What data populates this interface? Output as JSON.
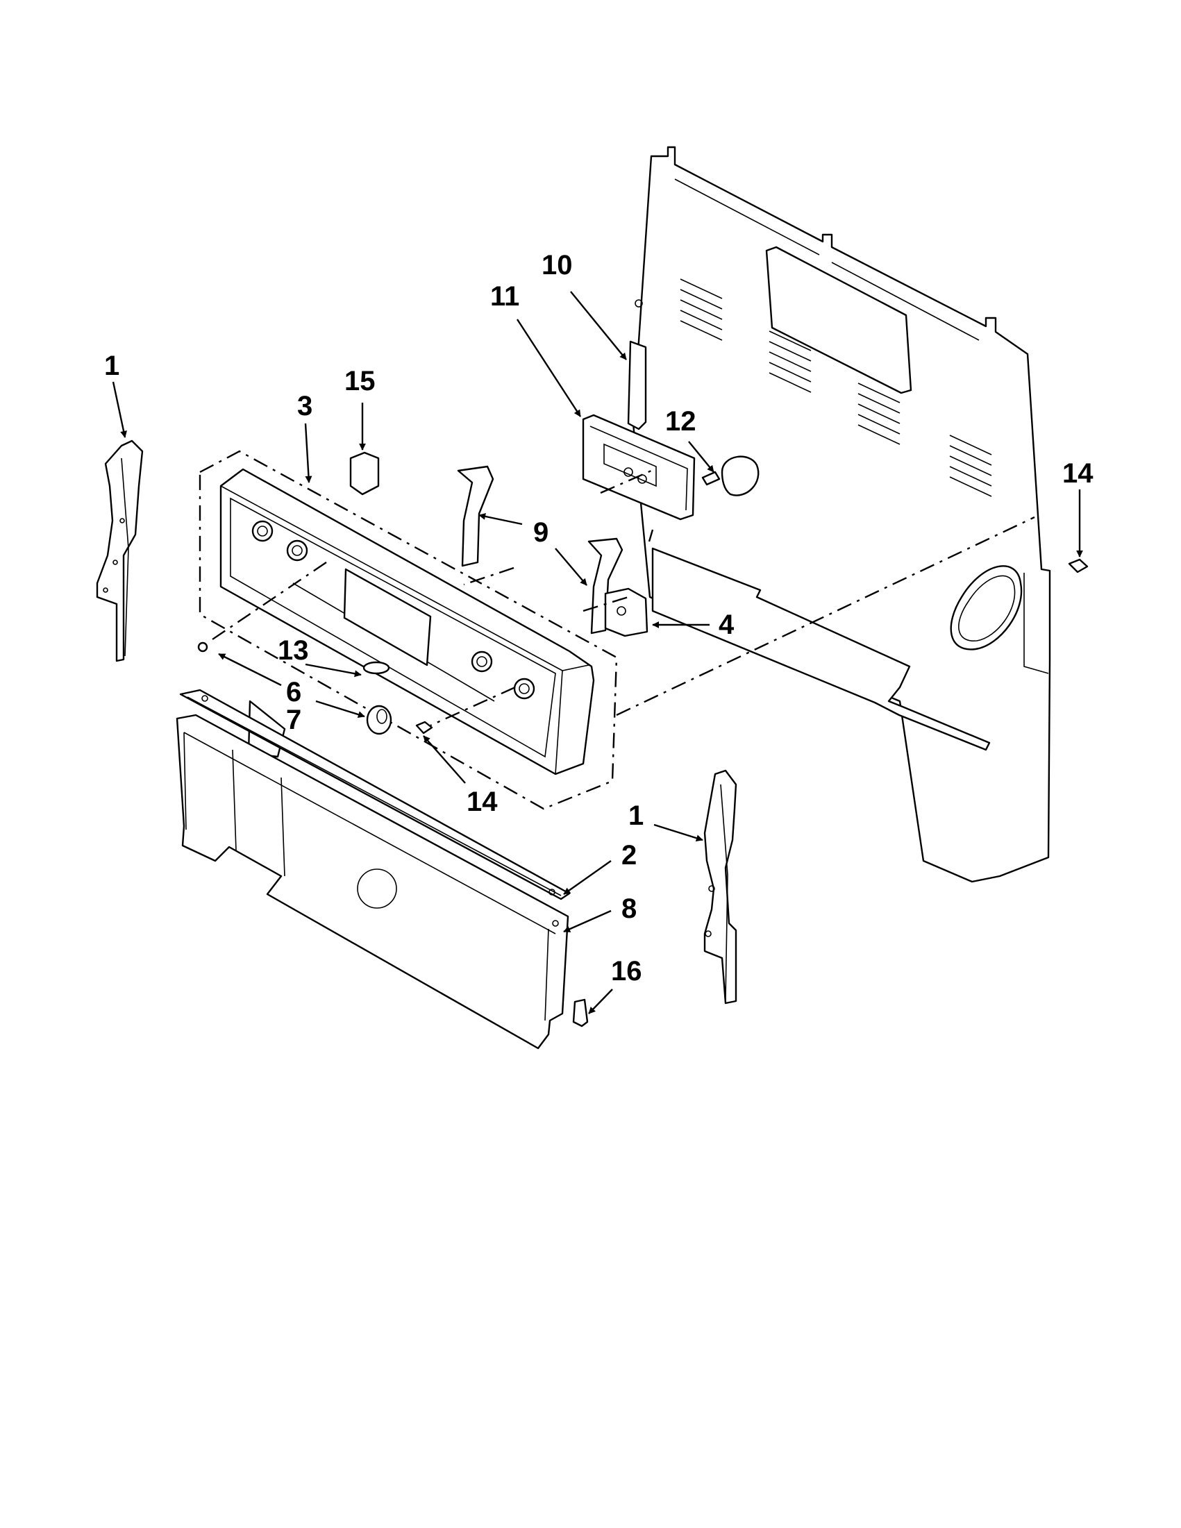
{
  "diagram": {
    "callouts": {
      "c1_left": "1",
      "c1_right": "1",
      "c2": "2",
      "c3": "3",
      "c4": "4",
      "c6": "6",
      "c7": "7",
      "c8": "8",
      "c9": "9",
      "c10": "10",
      "c11": "11",
      "c12": "12",
      "c13": "13",
      "c14_right": "14",
      "c14_bottom": "14",
      "c15": "15",
      "c16": "16"
    }
  }
}
